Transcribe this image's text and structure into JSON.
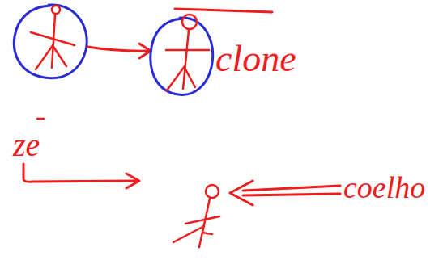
{
  "diagram": {
    "labels": [
      "clone",
      "ze",
      "coelho"
    ]
  }
}
